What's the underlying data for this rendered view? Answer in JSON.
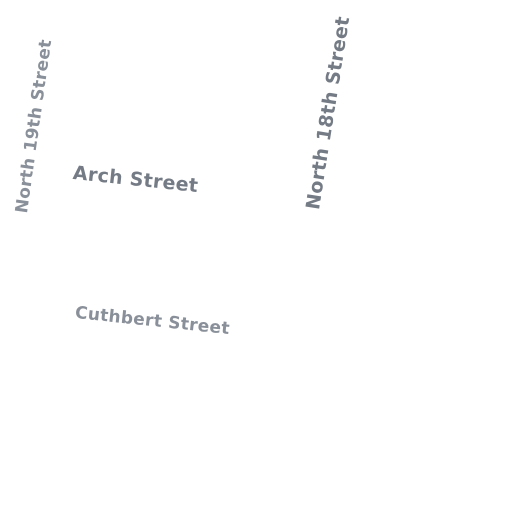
{
  "map": {
    "background_color": "#ffffff",
    "label_color_major": "#747b85",
    "label_color_minor": "#8a9099",
    "streets": {
      "north_19th": "North 19th Street",
      "north_18th": "North 18th Street",
      "arch": "Arch Street",
      "cuthbert": "Cuthbert Street"
    }
  }
}
